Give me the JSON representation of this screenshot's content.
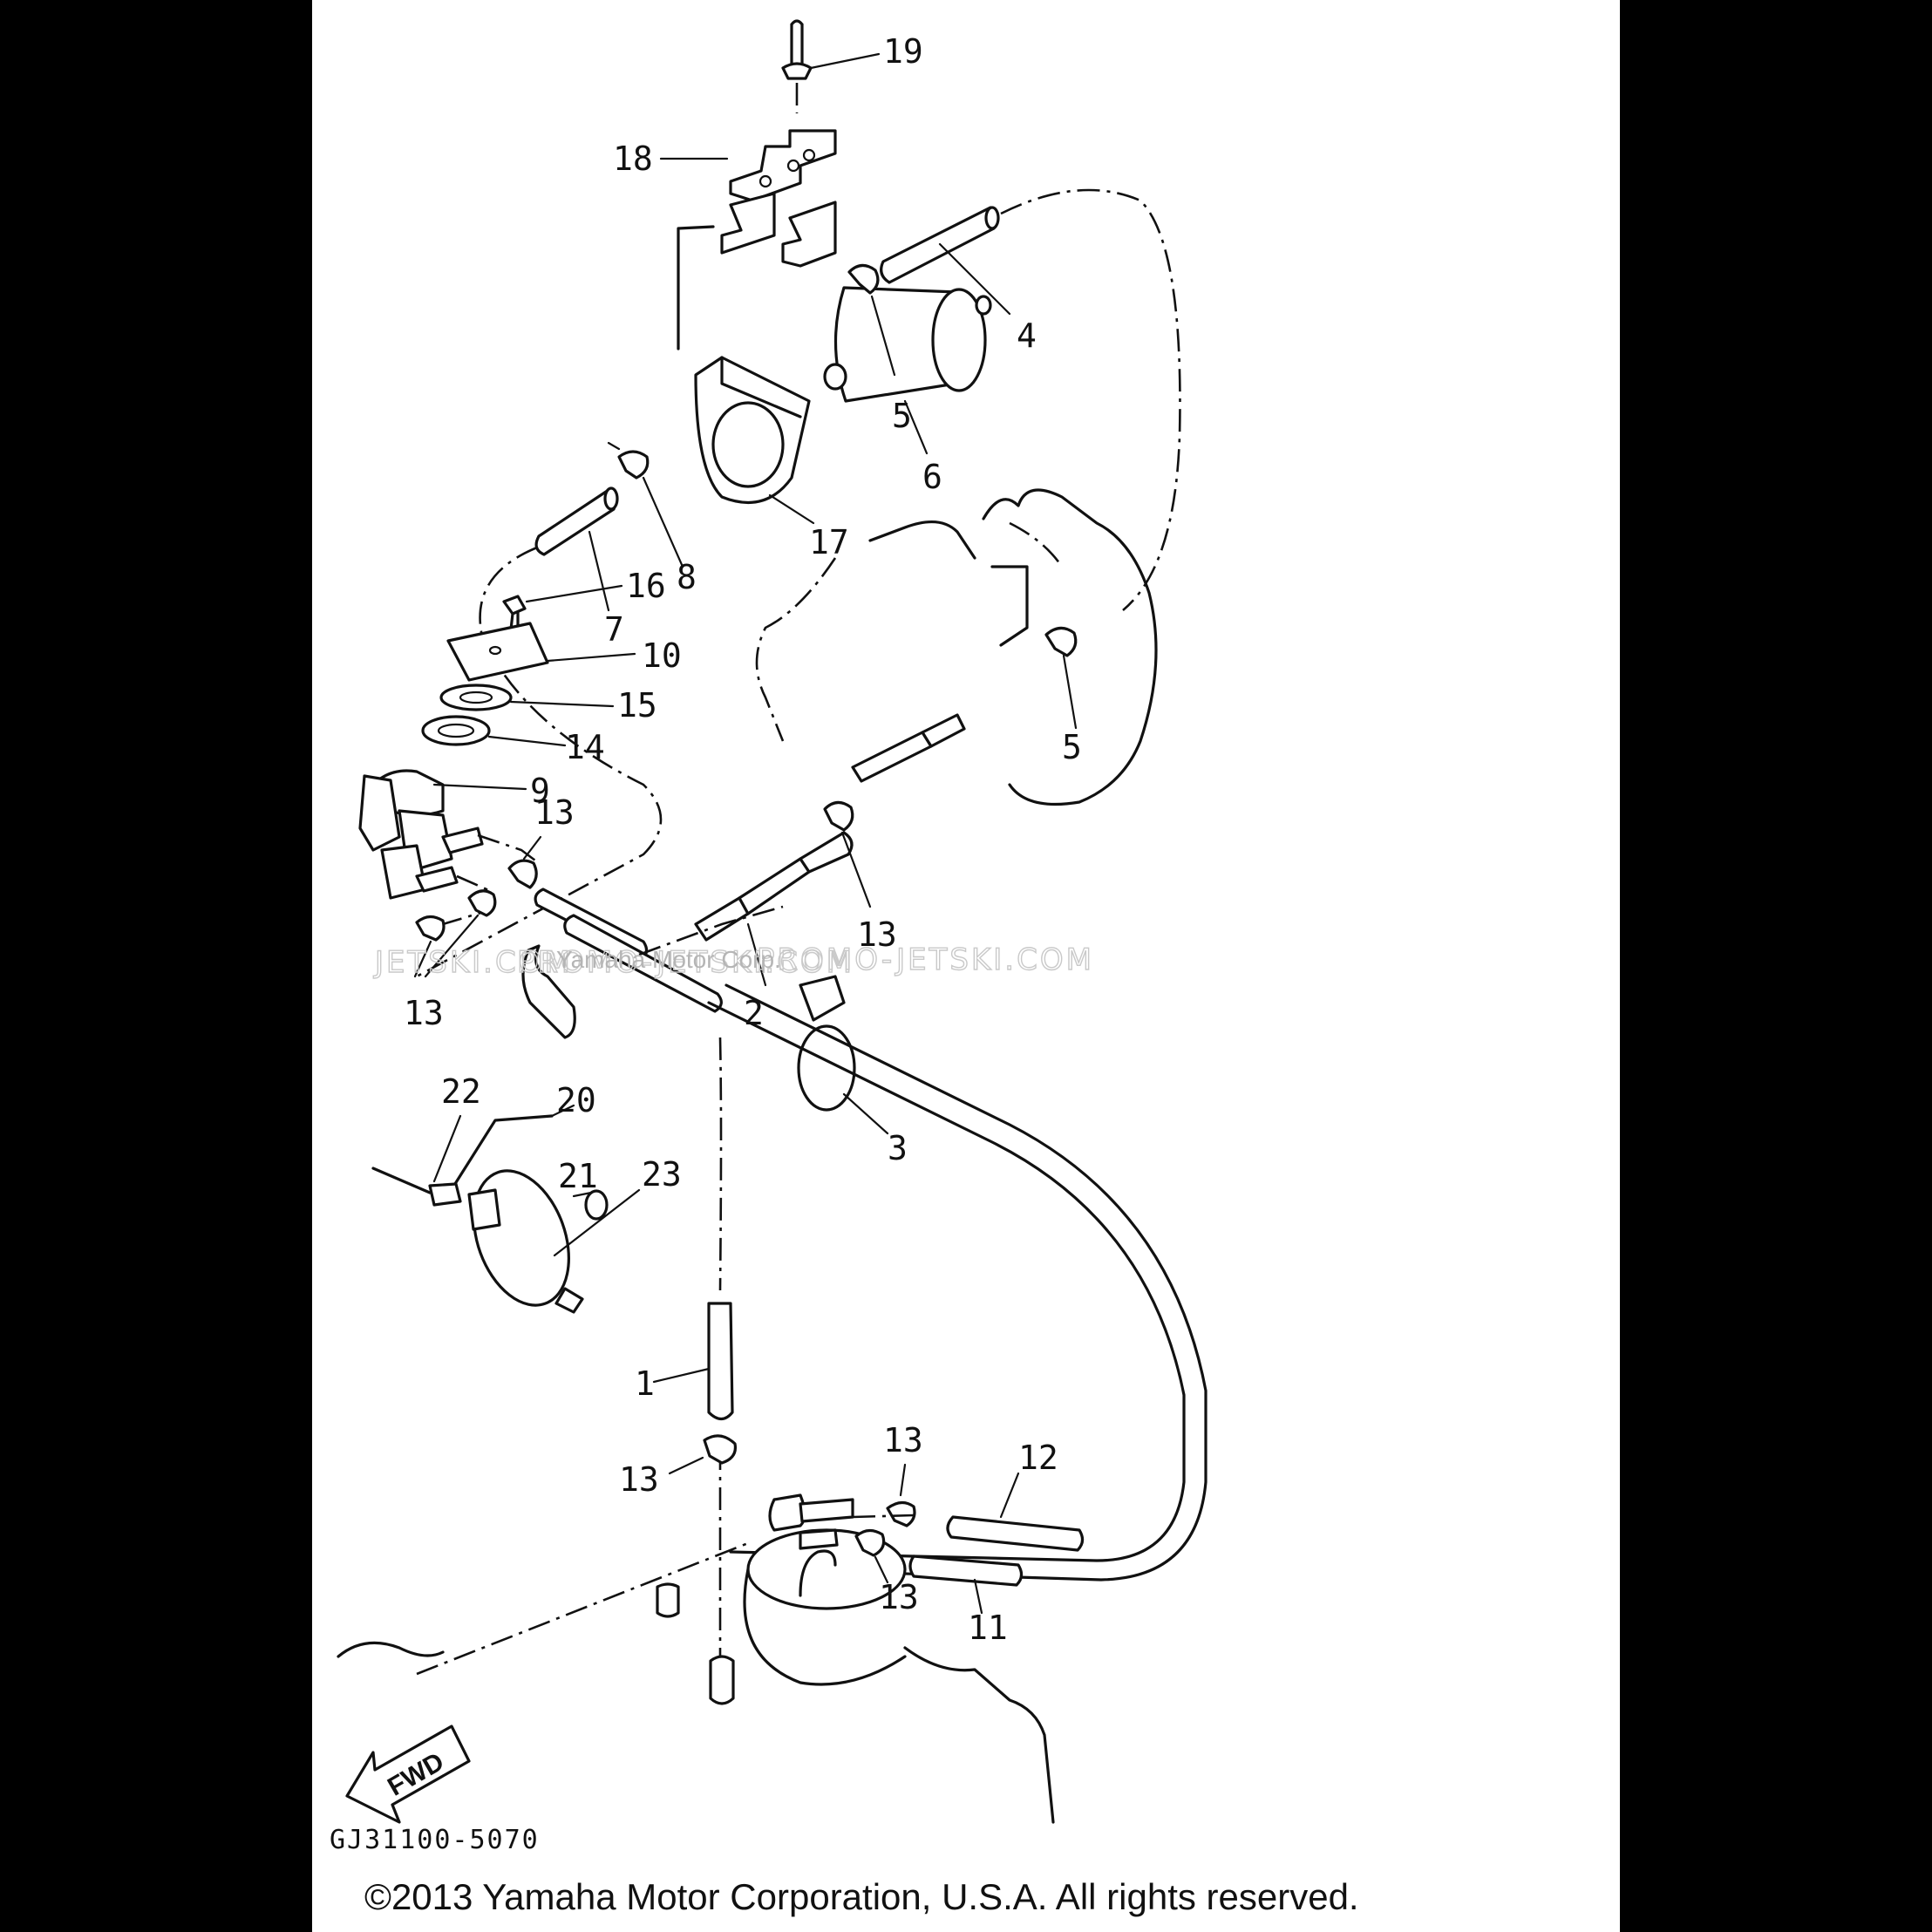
{
  "callouts": {
    "c1": "1",
    "c2": "2",
    "c3": "3",
    "c4": "4",
    "c5a": "5",
    "c5b": "5",
    "c6": "6",
    "c7": "7",
    "c8": "8",
    "c9": "9",
    "c10": "10",
    "c11": "11",
    "c12": "12",
    "c13a": "13",
    "c13b": "13",
    "c13c": "13",
    "c13d": "13",
    "c13e": "13",
    "c13f": "13",
    "c14": "14",
    "c15": "15",
    "c16": "16",
    "c17": "17",
    "c18": "18",
    "c19": "19",
    "c20": "20",
    "c21": "21",
    "c22": "22",
    "c23": "23"
  },
  "fwd_label": "FWD",
  "diagram_code": "GJ31100-5070",
  "watermark": {
    "left": "JETSKI.COM",
    "middle": "PROMO-JETSKI.COM",
    "right": "PROMO-JETSKI.COM",
    "overlay": "Yamaha Motor Corp."
  },
  "copyright": "©2013 Yamaha Motor Corporation, U.S.A. All rights reserved.",
  "colors": {
    "background": "#000000",
    "sheet": "#ffffff",
    "ink": "#111111"
  }
}
